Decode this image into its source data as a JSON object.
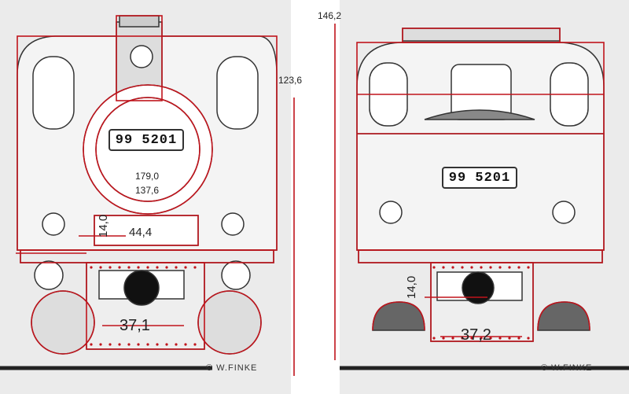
{
  "front_view": {
    "number_plate": "99 5201",
    "dims": {
      "outer_diameter": "179,0",
      "inner_diameter": "137,6",
      "buffer_height": "14,0",
      "buffer_width": "44,4",
      "lower_width": "37,1",
      "height": "123,6"
    },
    "credit": "© W.FINKE"
  },
  "rear_view": {
    "number_plate": "99 5201",
    "dims": {
      "total_height": "146,2",
      "buffer_height": "14,0",
      "lower_width": "37,2"
    },
    "credit": "© W.FINKE"
  },
  "colors": {
    "outline": "#c0141c",
    "panel": "#ebebeb",
    "ink": "#333333"
  }
}
